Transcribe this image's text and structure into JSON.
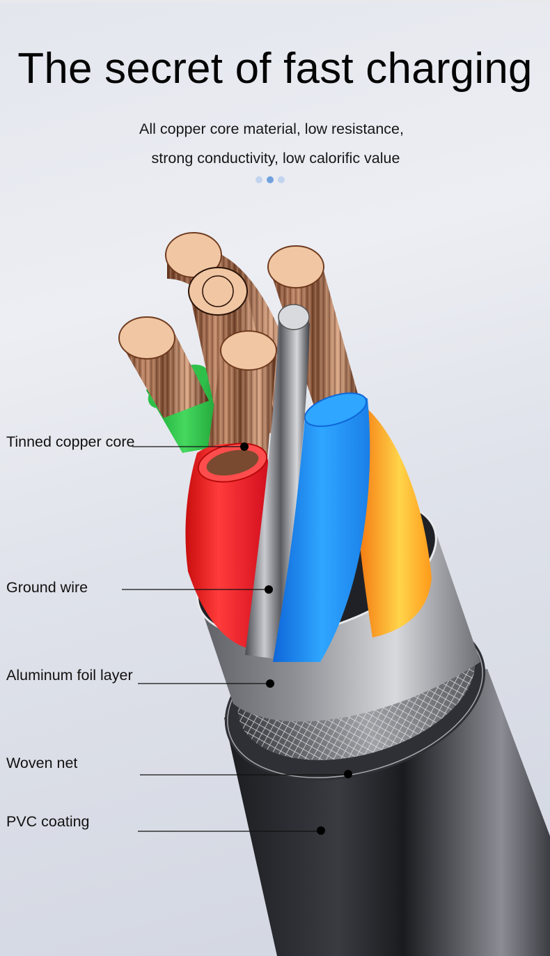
{
  "header": {
    "title": "The secret of fast charging",
    "subtitle_line1": "All copper core material, low resistance,",
    "subtitle_line2": "strong conductivity, low calorific value"
  },
  "carousel": {
    "dot_count": 3,
    "active_index": 1,
    "active_color": "#6fa1dc",
    "inactive_color": "#c2d4ee"
  },
  "callouts": [
    {
      "label": "Tinned copper core"
    },
    {
      "label": "Ground wire"
    },
    {
      "label": "Aluminum foil layer"
    },
    {
      "label": "Woven net"
    },
    {
      "label": "PVC coating"
    }
  ],
  "illustration": {
    "subject": "cable cross-section",
    "wire_colors": {
      "green": "#2fc04a",
      "red": "#f01818",
      "blue": "#1e8ff0",
      "orange": "#ff9a1a",
      "copper": "#e9b48f",
      "ground": "#8a8c92",
      "foil": "#a9abb0",
      "pvc": "#2a2b30"
    }
  }
}
